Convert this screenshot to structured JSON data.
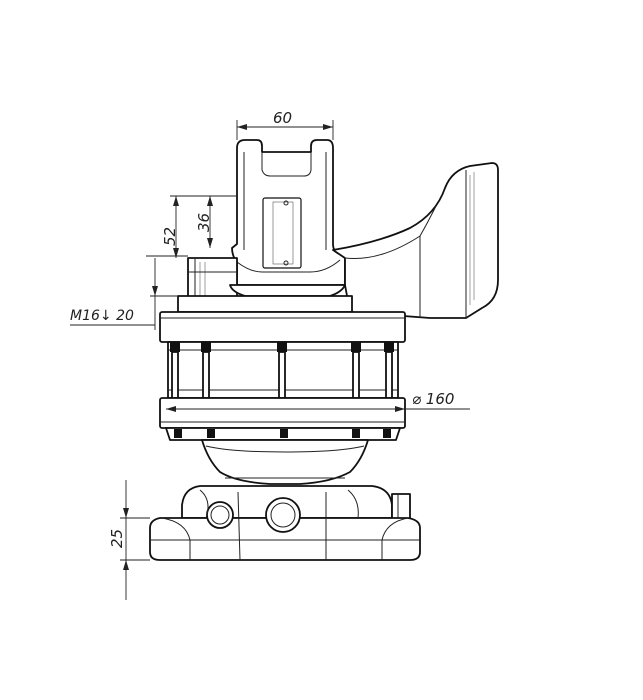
{
  "diagram": {
    "dimensions": {
      "top_width": "60",
      "stub_height_36": "36",
      "stub_height_52": "52",
      "thread": "M16↓ 20",
      "flange_diameter": "⌀ 160",
      "base_height": "25"
    },
    "colors": {
      "line": "#111111",
      "background": "#ffffff"
    }
  }
}
